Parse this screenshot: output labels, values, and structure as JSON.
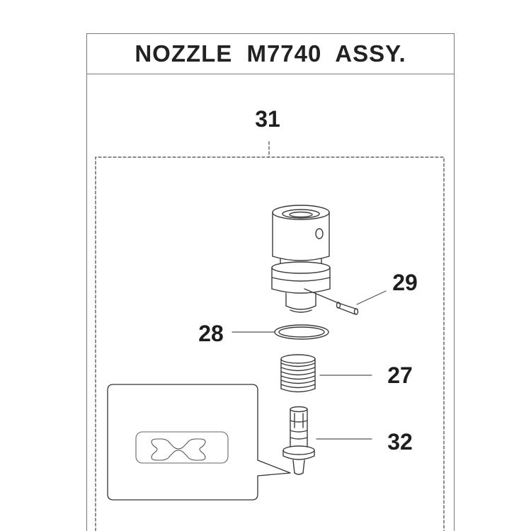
{
  "title": "NOZZLE  M7740  ASSY.",
  "callouts": {
    "assembly": "31",
    "pin": "29",
    "o_ring": "28",
    "spring": "27",
    "nozzle_tip": "32"
  },
  "colors": {
    "line": "#3a3a3a",
    "border": "#7a7a7a",
    "text": "#1e1e1e",
    "fill": "#ffffff"
  }
}
